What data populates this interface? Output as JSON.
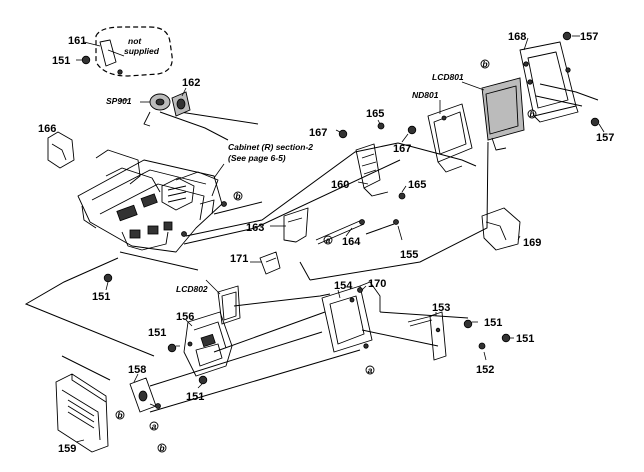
{
  "parts": {
    "p161": "161",
    "p151_a": "151",
    "p162": "162",
    "p166": "166",
    "p168": "168",
    "p157_a": "157",
    "p157_b": "157",
    "p165_a": "165",
    "p167_a": "167",
    "p167_b": "167",
    "p160": "160",
    "p165_b": "165",
    "p163": "163",
    "p164": "164",
    "p155": "155",
    "p169": "169",
    "p171": "171",
    "p151_b": "151",
    "p154": "154",
    "p170": "170",
    "p153": "153",
    "p151_c": "151",
    "p151_d": "151",
    "p152": "152",
    "p151_e": "151",
    "p156": "156",
    "p158": "158",
    "p151_f": "151",
    "p159": "159"
  },
  "refs": {
    "sp901": "SP901",
    "lcd801": "LCD801",
    "nd801": "ND801",
    "lcd802": "LCD802"
  },
  "notes": {
    "not_supplied_1": "not",
    "not_supplied_2": "supplied",
    "cabinet_1": "Cabinet (R) section-2",
    "cabinet_2": "(See page 6-5)"
  },
  "markers": {
    "a": "a",
    "b": "b"
  }
}
